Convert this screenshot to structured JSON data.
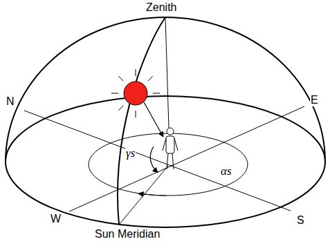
{
  "diagram": {
    "labels": [
      "Zenith",
      "N",
      "E",
      "W",
      "S",
      "Sun Meridian",
      "γs",
      "αs"
    ]
  }
}
